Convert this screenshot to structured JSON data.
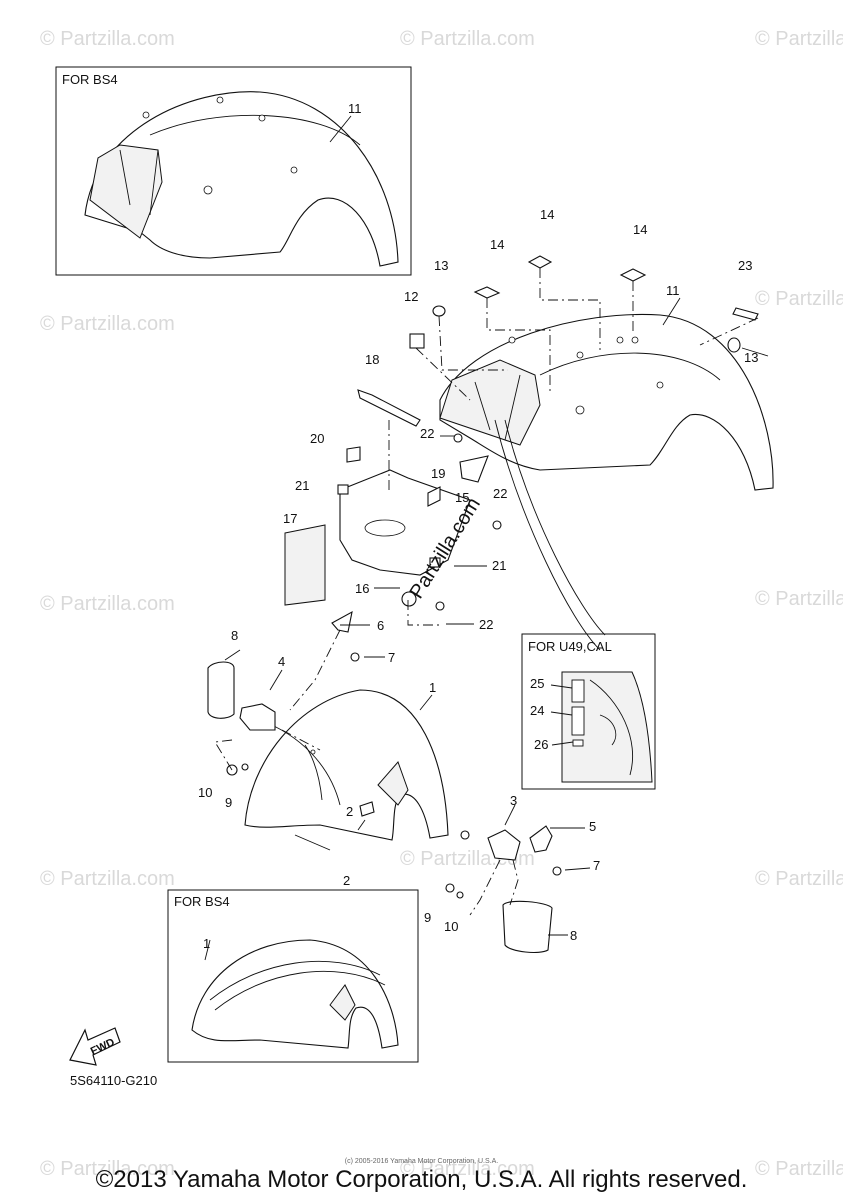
{
  "watermark": "© Partzilla.com",
  "center_watermark": "Partzilla.com",
  "boxes": {
    "bs4_rear": "FOR BS4",
    "bs4_front": "FOR BS4",
    "u49_cal": "FOR U49,CAL"
  },
  "fwd_label": "FWD",
  "callouts": {
    "c1a": "1",
    "c1b": "1",
    "c2a": "2",
    "c2b": "2",
    "c3": "3",
    "c4": "4",
    "c5": "5",
    "c6": "6",
    "c7a": "7",
    "c7b": "7",
    "c8a": "8",
    "c8b": "8",
    "c9a": "9",
    "c9b": "9",
    "c10a": "10",
    "c10b": "10",
    "c11a": "11",
    "c11b": "11",
    "c12": "12",
    "c13a": "13",
    "c13b": "13",
    "c14a": "14",
    "c14b": "14",
    "c14c": "14",
    "c15": "15",
    "c16": "16",
    "c17": "17",
    "c18": "18",
    "c19": "19",
    "c20": "20",
    "c21a": "21",
    "c21b": "21",
    "c22a": "22",
    "c22b": "22",
    "c22c": "22",
    "c23": "23",
    "c24": "24",
    "c25": "25",
    "c26": "26"
  },
  "diagram_code": "5S64110-G210",
  "copyright_small": "(c) 2005-2016 Yamaha Motor Corporation, U.S.A.",
  "copyright": "©2013 Yamaha Motor Corporation, U.S.A. All rights reserved."
}
